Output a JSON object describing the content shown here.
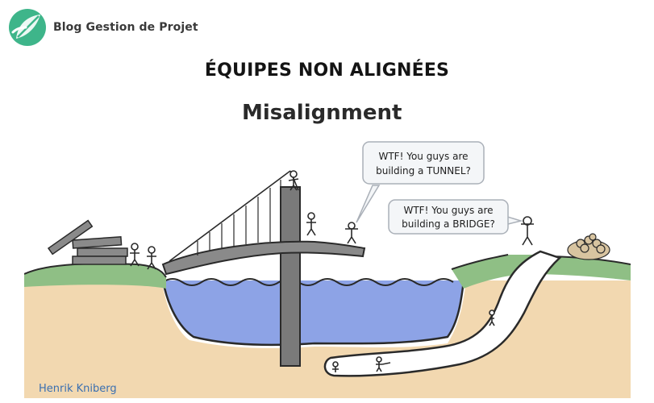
{
  "header": {
    "brand_name": "Blog Gestion de Projet",
    "logo_icon": "leaf-logo-icon",
    "brand_color": "#3eb58a"
  },
  "page": {
    "headline": "ÉQUIPES NON ALIGNÉES"
  },
  "illustration": {
    "title": "Misalignment",
    "bubble_tunnel": {
      "line1": "WTF! You guys are",
      "line2": "building a TUNNEL?"
    },
    "bubble_bridge": {
      "line1": "WTF! You guys are",
      "line2": "building a BRIDGE?"
    },
    "signature": "Henrik Kniberg",
    "colors": {
      "ground": "#f2d8b0",
      "grass": "#8fbf85",
      "water": "#8da3e6",
      "bridge": "#7a7a7a",
      "signature": "#3a6fb0"
    }
  }
}
